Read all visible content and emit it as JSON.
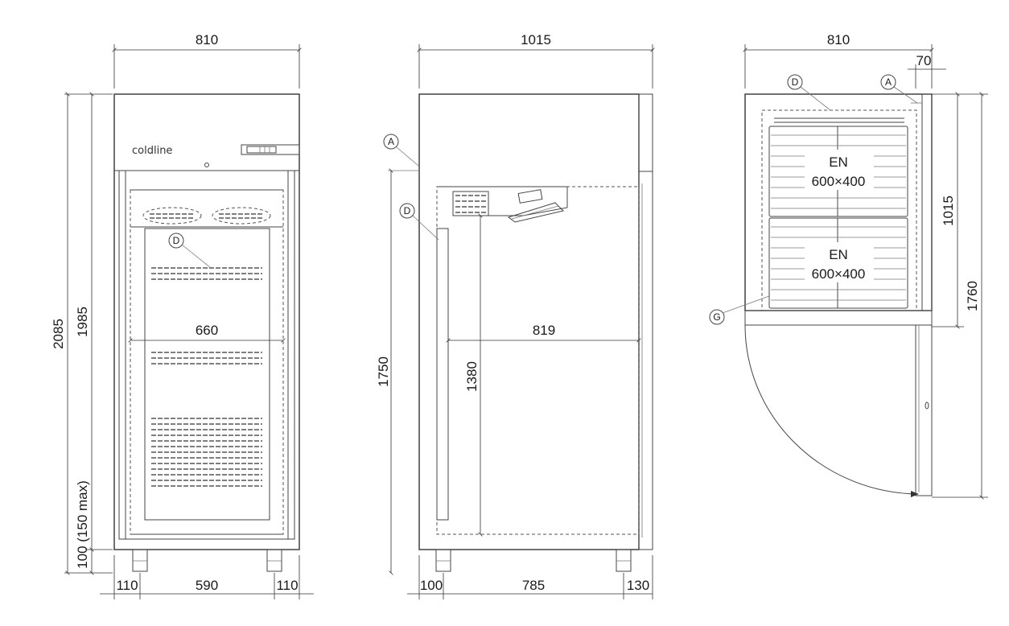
{
  "front_view": {
    "brand": "coldline",
    "width": "810",
    "height_total": "2085",
    "height_body": "1985",
    "inner_width": "660",
    "feet_height": "100 (150 max)",
    "left_offset": "110",
    "feet_span": "590",
    "right_offset": "110",
    "callout_d": "D"
  },
  "side_view": {
    "depth": "1015",
    "height": "1750",
    "inner_height": "1380",
    "inner_depth": "819",
    "front_offset": "100",
    "feet_span": "785",
    "rear_offset": "130",
    "callout_a": "A",
    "callout_d": "D"
  },
  "top_view": {
    "width": "810",
    "offset": "70",
    "depth": "1015",
    "door_open_depth": "1760",
    "tray1_line1": "EN",
    "tray1_line2": "600×400",
    "tray2_line1": "EN",
    "tray2_line2": "600×400",
    "callout_a": "A",
    "callout_d": "D",
    "callout_g": "G"
  }
}
